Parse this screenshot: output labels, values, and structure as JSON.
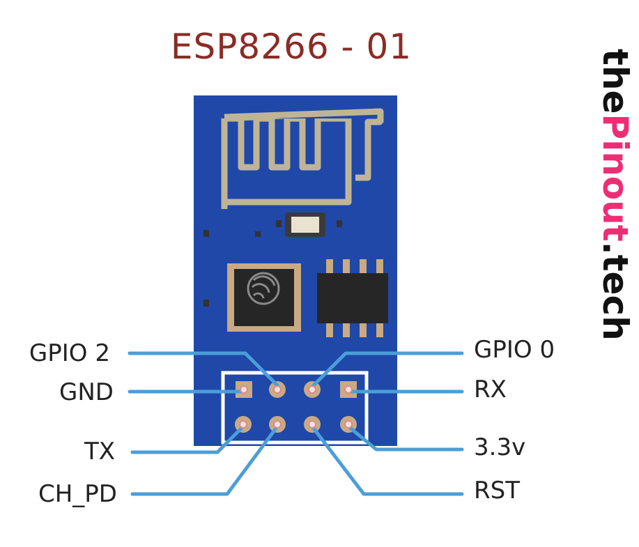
{
  "title": "ESP8266 - 01",
  "brand": {
    "part1": "the",
    "part2": "Pinout",
    "part3": ".tech"
  },
  "colors": {
    "title": "#8a2c25",
    "board": "#1f48a8",
    "antenna": "#bfb596",
    "wire": "#4b9ed9",
    "chip": "#262626",
    "pad": "#c9aa83",
    "brand_dark": "#111111",
    "brand_accent": "#ee2d75"
  },
  "pins": {
    "gpio2": "GPIO 2",
    "gnd": "GND",
    "tx": "TX",
    "ch_pd": "CH_PD",
    "gpio0": "GPIO 0",
    "rx": "RX",
    "v33": "3.3v",
    "rst": "RST"
  }
}
